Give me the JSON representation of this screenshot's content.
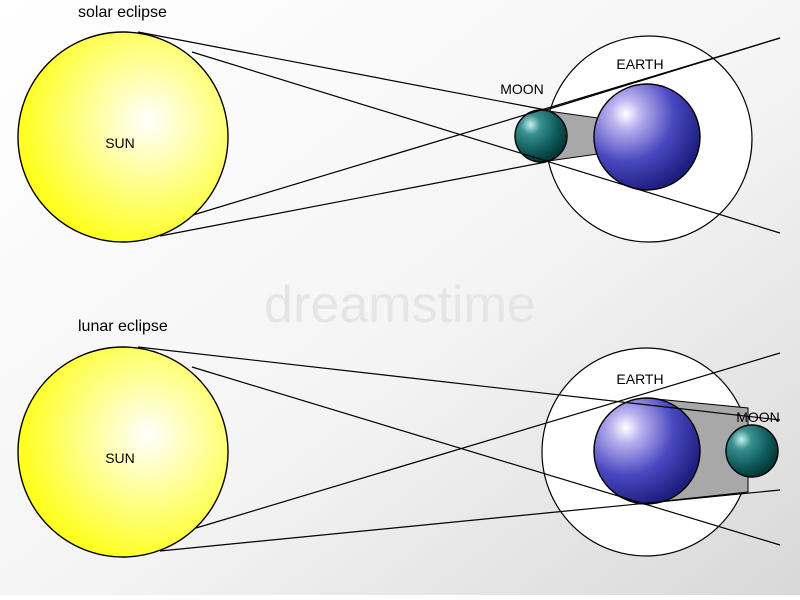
{
  "solar": {
    "title": "solar eclipse",
    "sun_label": "SUN",
    "moon_label": "MOON",
    "earth_label": "EARTH"
  },
  "lunar": {
    "title": "lunar eclipse",
    "sun_label": "SUN",
    "moon_label": "MOON",
    "earth_label": "EARTH"
  },
  "watermark": "dreamstime",
  "colors": {
    "sun": "#ffff33",
    "earth": "#3a3ab0",
    "moon": "#0e5a5a",
    "shadow": "#a8a8a8",
    "background_gradient_end": "#d8d8d8"
  }
}
